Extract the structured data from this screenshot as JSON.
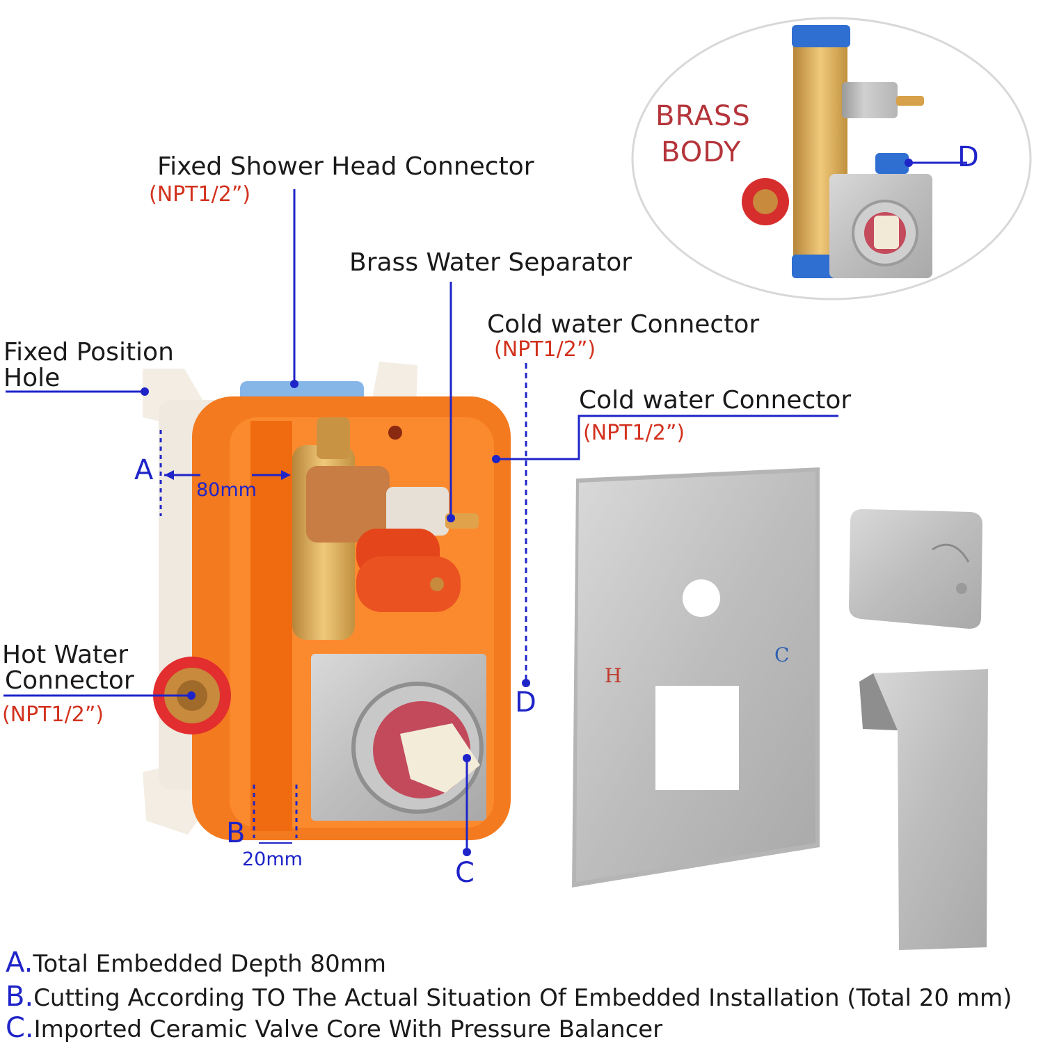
{
  "labels": {
    "fixed_shower": "Fixed Shower Head Connector",
    "fixed_shower_npt": "(NPT1/2”)",
    "brass_separator": "Brass Water Separator",
    "cold_water_1": "Cold water Connector",
    "cold_water_1_npt": "(NPT1/2”)",
    "cold_water_2": "Cold water Connector",
    "cold_water_2_npt": "(NPT1/2”)",
    "fixed_position_line1": "Fixed Position",
    "fixed_position_line2": "Hole",
    "hot_water_line1": "Hot Water",
    "hot_water_line2": "Connector",
    "hot_water_npt": "(NPT1/2”)"
  },
  "inset": {
    "brass_line1": "BRASS",
    "brass_line2": "BODY",
    "d_label": "D"
  },
  "markers": {
    "a": "A",
    "b": "B",
    "c": "C",
    "d": "D"
  },
  "dimensions": {
    "a_depth": "80mm",
    "b_cut": "20mm"
  },
  "plate": {
    "hot": "H",
    "cold": "C"
  },
  "notes": [
    {
      "letter": "A.",
      "text": "Total Embedded Depth 80mm"
    },
    {
      "letter": "B.",
      "text": "Cutting According TO The Actual Situation Of Embedded Installation (Total 20 mm)"
    },
    {
      "letter": "C.",
      "text": "Imported Ceramic Valve Core With Pressure Balancer"
    }
  ],
  "colors": {
    "leader": "#1f24c8",
    "npt": "#d2321e",
    "brass_text": "#b4343a",
    "box_orange": "#f47a1f"
  }
}
